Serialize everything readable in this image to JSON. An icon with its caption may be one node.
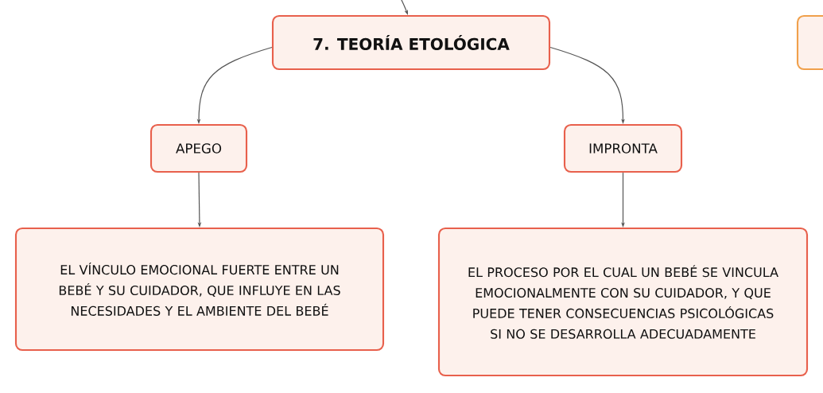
{
  "diagram": {
    "nodes": [
      {
        "text": [
          "7. TEORÍA ETOLÓGICA"
        ]
      },
      {
        "text": [
          "APEGO"
        ]
      },
      {
        "text": [
          "IMPRONTA"
        ]
      },
      {
        "text": [
          "EL VÍNCULO EMOCIONAL FUERTE ENTRE UN BEBÉ Y SU CUIDADOR, QUE INFLUYE EN LAS NECESIDADES Y EL AMBIENTE DEL BEBÉ"
        ]
      },
      {
        "text": [
          "EL PROCESO POR EL CUAL UN BEBÉ SE VINCULA EMOCIONALMENTE CON SU CUIDADOR, Y QUE PUEDE TENER CONSECUENCIAS PSICOLÓGICAS SI NO SE DESARROLLA ADECUADAMENTE"
        ]
      },
      {
        "text": [],
        "shape": "box"
      }
    ],
    "edges": [
      {
        "from": null,
        "to": 0,
        "arrow": "to"
      },
      {
        "from": 0,
        "to": 1,
        "arrow": "to"
      },
      {
        "from": 0,
        "to": 2,
        "arrow": "to"
      },
      {
        "from": 1,
        "to": 3,
        "arrow": "to"
      },
      {
        "from": 2,
        "to": 4,
        "arrow": "to"
      }
    ]
  }
}
